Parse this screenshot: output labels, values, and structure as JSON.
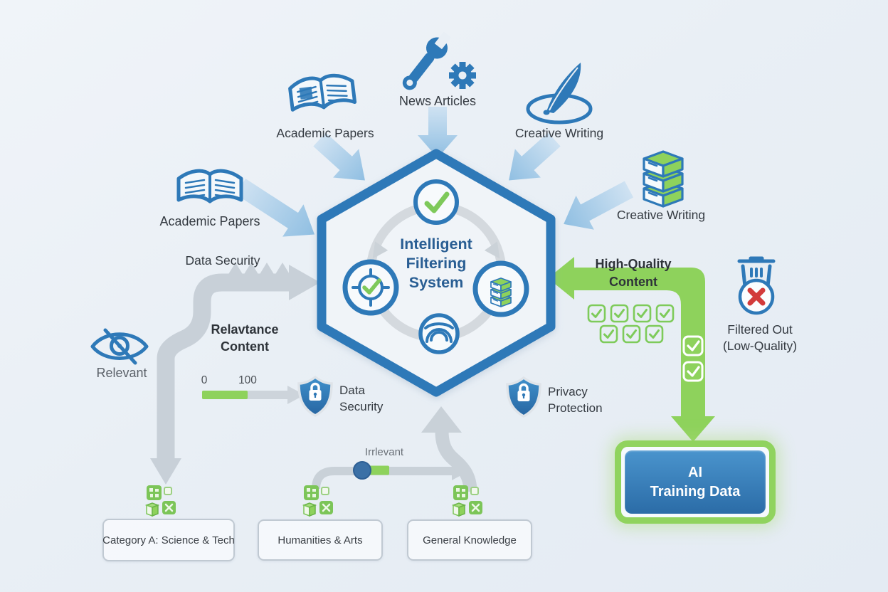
{
  "palette": {
    "primary_blue": "#2e79b8",
    "accent_green": "#8ed25c",
    "flow_gray": "#c8d0d8",
    "text_dark": "#343a41",
    "title_blue": "#295e93",
    "alert_red": "#d23b3b"
  },
  "sources": {
    "academic_top": "Academic Papers",
    "news": "News Articles",
    "creative_top": "Creative Writing",
    "academic_left": "Academic Papers",
    "creative_right": "Creative Writing"
  },
  "hexagon": {
    "title_lines": [
      "Intelligent",
      "Filtering",
      "System"
    ]
  },
  "left_flow": {
    "data_security": "Data Security",
    "relevance_lines": [
      "Relavtance",
      "Content"
    ],
    "relevant": "Relevant",
    "scale_min": "0",
    "scale_max": "100"
  },
  "shields": {
    "data_lines": [
      "Data",
      "Security"
    ],
    "privacy_lines": [
      "Privacy",
      "Protection"
    ]
  },
  "right_flow": {
    "high_quality_lines": [
      "High-Quality",
      "Content"
    ],
    "filtered_out_lines": [
      "Filtered Out",
      "(Low-Quality)"
    ]
  },
  "ai_box": {
    "lines": [
      "AI",
      "Training Data"
    ]
  },
  "bottom_flow": {
    "irrelevant": "Irrlevant",
    "categories": [
      "Category A: Science & Tech",
      "Humanities & Arts",
      "General Knowledge"
    ]
  }
}
